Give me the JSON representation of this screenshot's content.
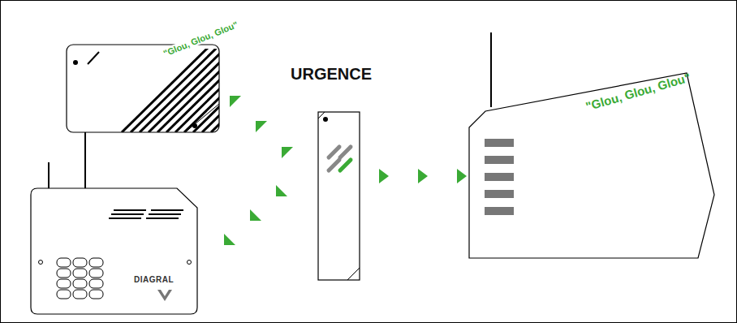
{
  "diagram": {
    "nodes": [
      {
        "text": [
          "\"Glou, Glou, Glou\""
        ]
      },
      {
        "text": [
          "DIAGRAL"
        ]
      },
      {
        "text": [
          "\"Glou, Glou, Glou\""
        ]
      }
    ],
    "labels": [
      "URGENCE"
    ]
  }
}
